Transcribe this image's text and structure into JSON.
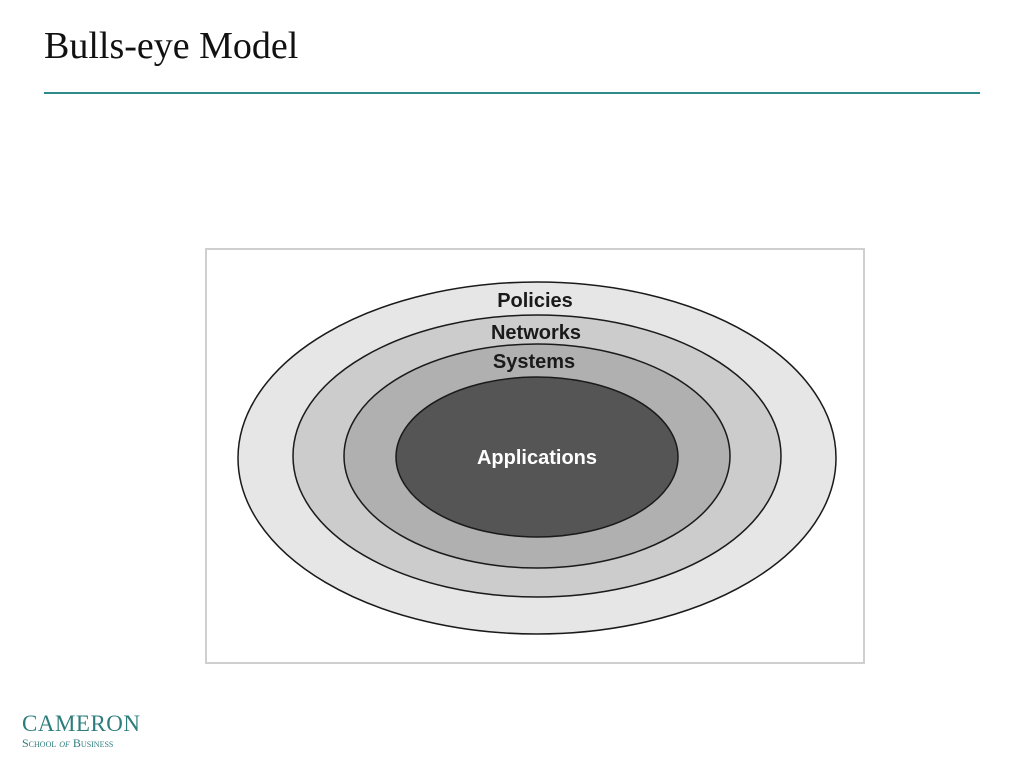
{
  "slide": {
    "title": "Bulls-eye Model"
  },
  "diagram": {
    "layers": [
      {
        "label": "Policies",
        "fill": "#e6e6e6"
      },
      {
        "label": "Networks",
        "fill": "#cccccc"
      },
      {
        "label": "Systems",
        "fill": "#b0b0b0"
      },
      {
        "label": "Applications",
        "fill": "#555555"
      }
    ]
  },
  "logo": {
    "name": "CAMERON",
    "school_word": "School",
    "of_word": "of",
    "business_word": "Business",
    "color": "#2e7d7d"
  }
}
